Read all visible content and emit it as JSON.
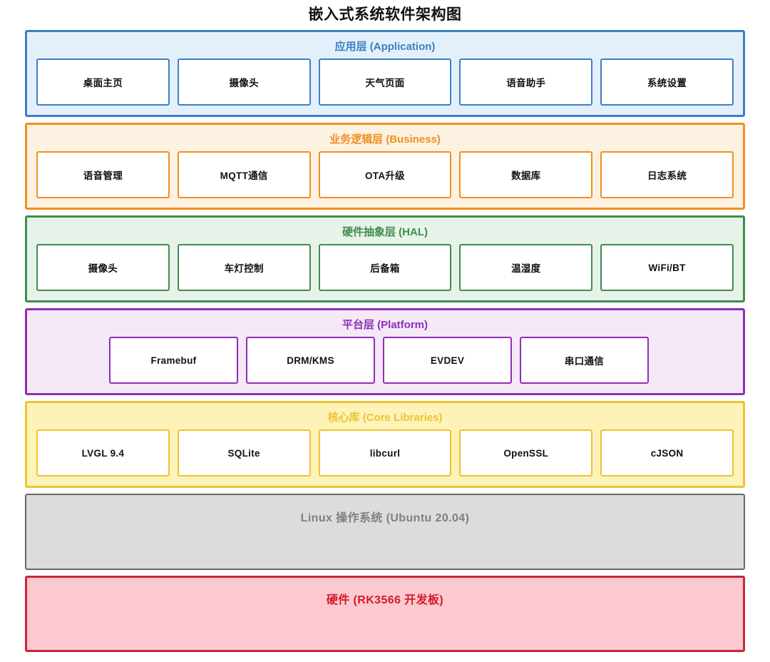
{
  "title": "嵌入式系统软件架构图",
  "layers": [
    {
      "id": "application",
      "title": "应用层 (Application)",
      "accent": "#3c7fc4",
      "fill": "#e3f0fb",
      "modules": [
        "桌面主页",
        "摄像头",
        "天气页面",
        "语音助手",
        "系统设置"
      ]
    },
    {
      "id": "business",
      "title": "业务逻辑层 (Business)",
      "accent": "#ef9020",
      "fill": "#fdf1e2",
      "modules": [
        "语音管理",
        "MQTT通信",
        "OTA升级",
        "数据库",
        "日志系统"
      ]
    },
    {
      "id": "hal",
      "title": "硬件抽象层 (HAL)",
      "accent": "#3f8c4f",
      "fill": "#e7f3e9",
      "modules": [
        "摄像头",
        "车灯控制",
        "后备箱",
        "温湿度",
        "WiFi/BT"
      ]
    },
    {
      "id": "platform",
      "title": "平台层 (Platform)",
      "accent": "#8e2fb5",
      "fill": "#f5e9f7",
      "modules": [
        "Framebuf",
        "DRM/KMS",
        "EVDEV",
        "串口通信"
      ]
    },
    {
      "id": "core-libraries",
      "title": "核心库 (Core Libraries)",
      "accent": "#f0c230",
      "fill": "#fdf3b8",
      "modules": [
        "LVGL 9.4",
        "SQLite",
        "libcurl",
        "OpenSSL",
        "cJSON"
      ]
    },
    {
      "id": "operating-system",
      "title": "Linux 操作系统 (Ubuntu 20.04)",
      "accent": "#666666",
      "fill": "#dcdcdc",
      "modules": []
    },
    {
      "id": "hardware",
      "title": "硬件 (RK3566 开发板)",
      "accent": "#cc2436",
      "fill": "#fbc9cf",
      "modules": []
    }
  ]
}
